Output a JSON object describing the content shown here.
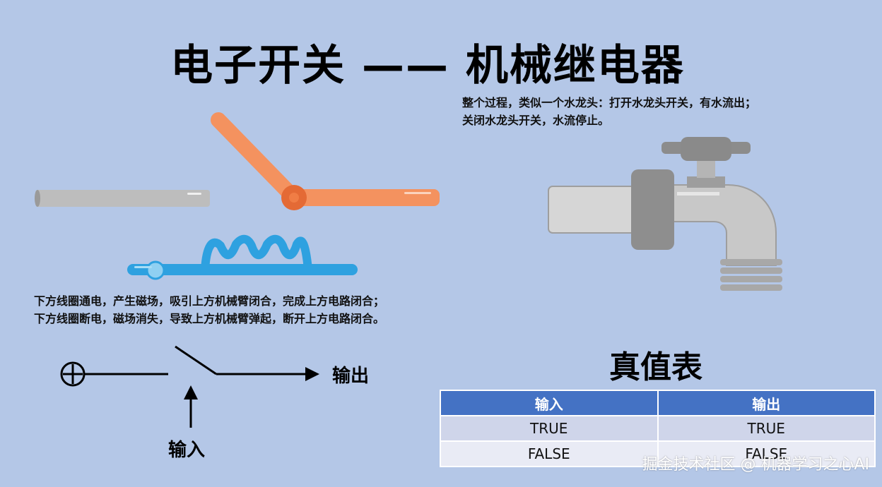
{
  "title": "电子开关 —— 机械继电器",
  "description_top": [
    "整个过程，类似一个水龙头：打开水龙头开关，有水流出；",
    "关闭水龙头开关，水流停止。"
  ],
  "description_mid": [
    "下方线圈通电，产生磁场，吸引上方机械臂闭合，完成上方电路闭合；",
    "下方线圈断电，磁场消失，导致上方机械臂弹起，断开上方电路闭合。"
  ],
  "circuit": {
    "power_symbol": "⊕",
    "output_label": "输出",
    "input_label": "输入"
  },
  "truth_table": {
    "title": "真值表",
    "headers": [
      "输入",
      "输出"
    ],
    "rows": [
      [
        "TRUE",
        "TRUE"
      ],
      [
        "FALSE",
        "FALSE"
      ]
    ]
  },
  "watermark": "掘金技术社区 @ 机器学习之心AI",
  "colors": {
    "background": "#b4c7e7",
    "arm": "#f4925f",
    "coil": "#2ea1e0",
    "rod": "#bdbdbd",
    "table_header": "#4472c4"
  }
}
